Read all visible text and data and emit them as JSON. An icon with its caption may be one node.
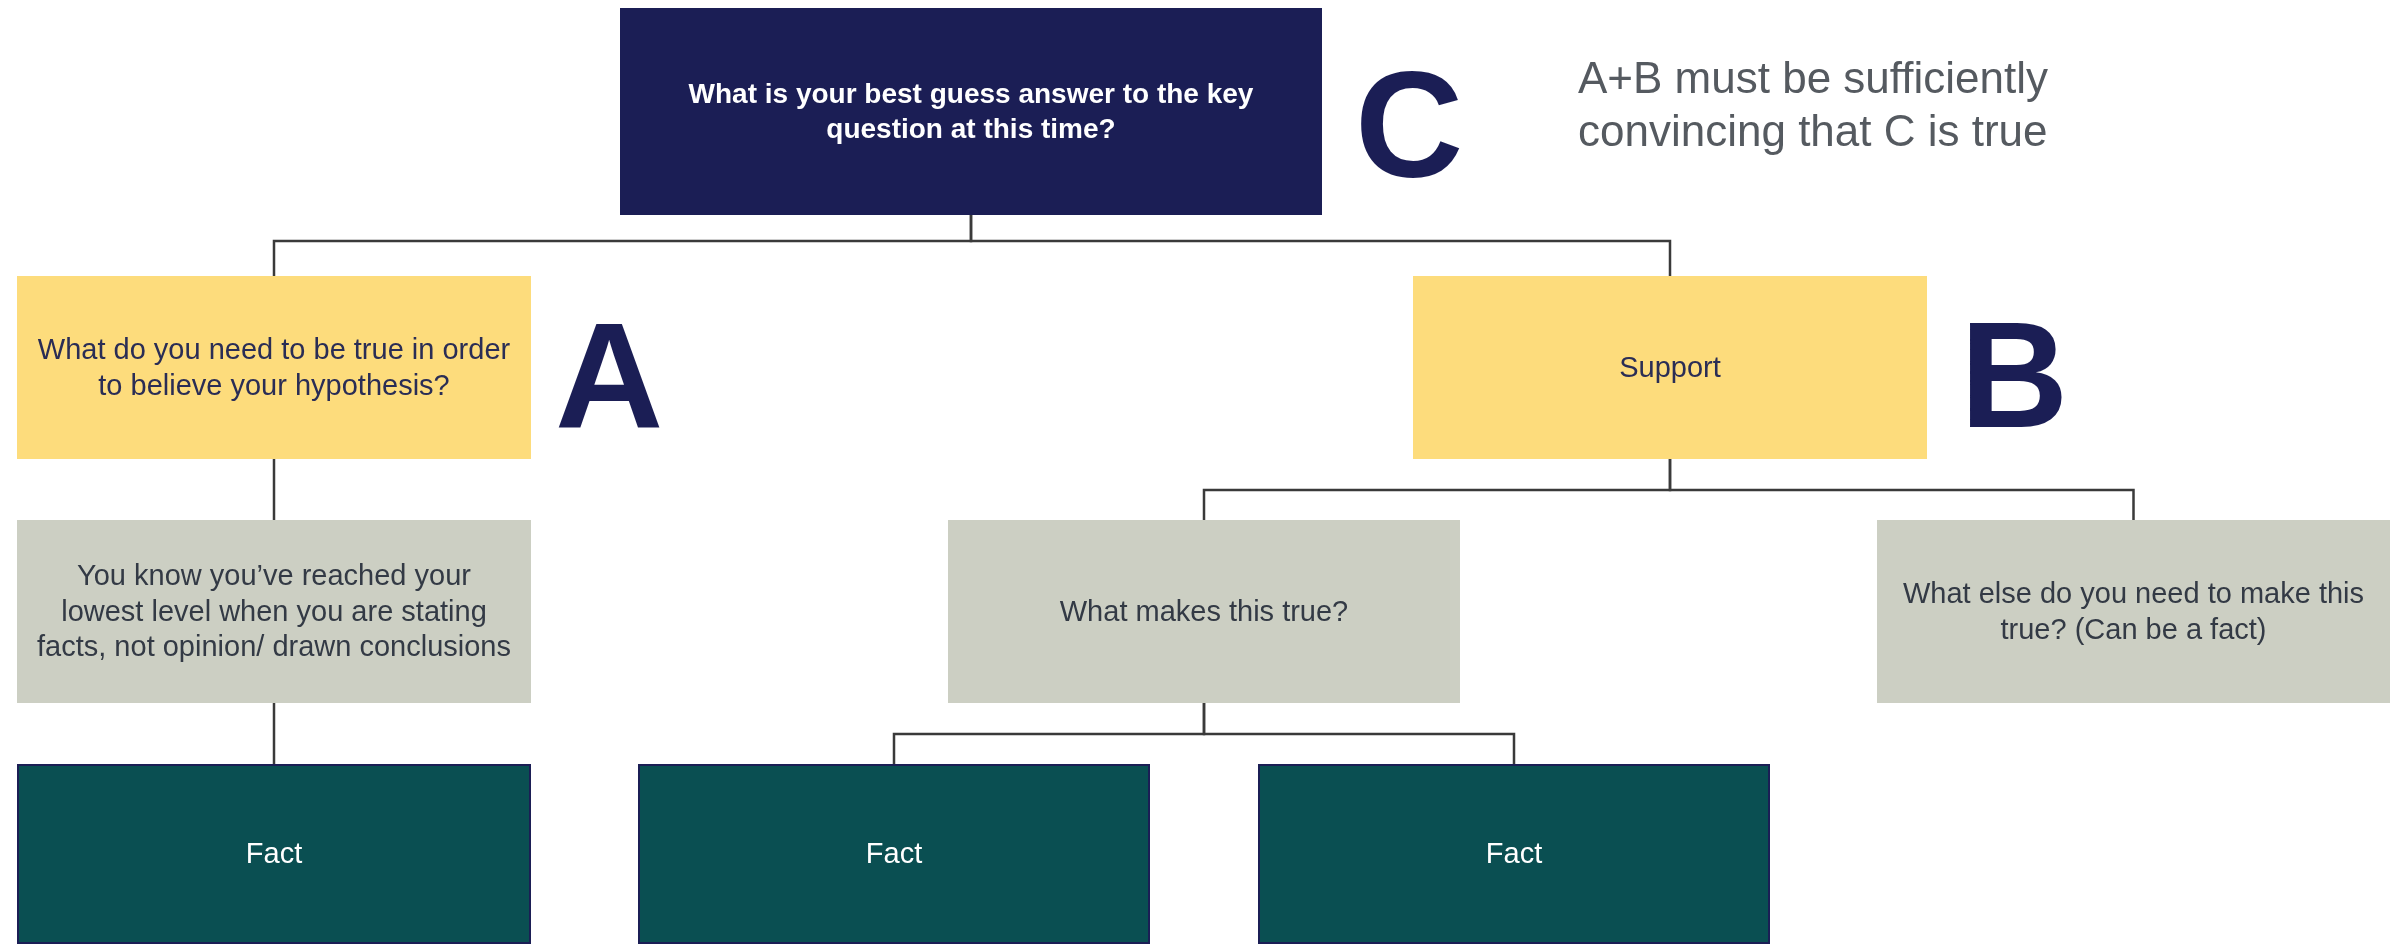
{
  "diagram": {
    "nodes": [
      {
        "text": [
          "What is your best guess answer to the key question at this time?"
        ],
        "beside": [
          "C"
        ]
      },
      {
        "text": [
          "What do you need to be true in order to believe your hypothesis?"
        ],
        "beside": [
          "A"
        ]
      },
      {
        "text": [
          "Support"
        ],
        "beside": [
          "B"
        ]
      },
      {
        "text": [
          "You know you’ve reached your lowest level when you are stating facts, not opinion/ drawn conclusions"
        ]
      },
      {
        "text": [
          "What makes this true?"
        ]
      },
      {
        "text": [
          "What else do you need to make this true? (Can be a fact)"
        ]
      },
      {
        "text": [
          "Fact"
        ]
      },
      {
        "text": [
          "Fact"
        ]
      },
      {
        "text": [
          "Fact"
        ]
      }
    ],
    "edges": [
      {
        "from": 0,
        "to": 1,
        "arrow": "none"
      },
      {
        "from": 0,
        "to": 2,
        "arrow": "none"
      },
      {
        "from": 1,
        "to": 3,
        "arrow": "none"
      },
      {
        "from": 3,
        "to": 6,
        "arrow": "none"
      },
      {
        "from": 2,
        "to": 4,
        "arrow": "none"
      },
      {
        "from": 2,
        "to": 5,
        "arrow": "none"
      },
      {
        "from": 4,
        "to": 7,
        "arrow": "none"
      },
      {
        "from": 4,
        "to": 8,
        "arrow": "none"
      }
    ],
    "labels": [
      "A+B must be sufficiently convincing that C is true"
    ]
  }
}
